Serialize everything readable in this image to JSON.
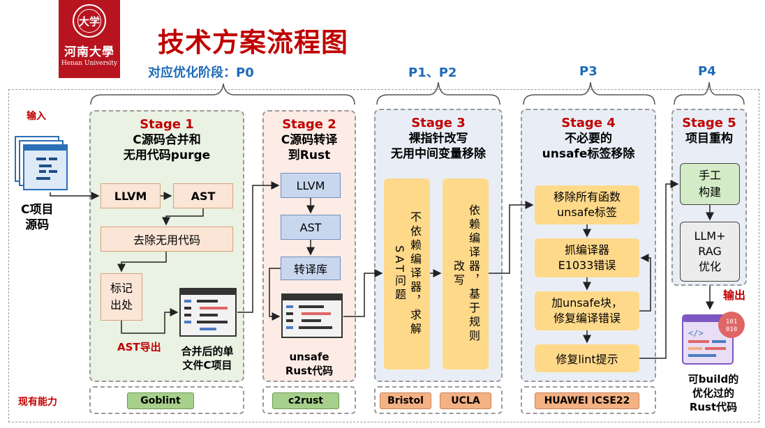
{
  "logo": {
    "seal_text": "大学",
    "cn": "河南大學",
    "en": "Henan University"
  },
  "title": "技术方案流程图",
  "phases": {
    "p0": "对应优化阶段：P0",
    "p12": "P1、P2",
    "p3": "P3",
    "p4": "P4"
  },
  "input_label": "输入",
  "output_label": "输出",
  "capability_label": "现有能力",
  "input_source": {
    "line1": "C项目",
    "line2": "源码"
  },
  "stage1": {
    "label": "Stage 1",
    "line1": "C源码合并和",
    "line2": "无用代码purge",
    "llvm": "LLVM",
    "ast": "AST",
    "remove": "去除无用代码",
    "mark": "标记出处",
    "ast_export": "AST导出",
    "merged1": "合并后的单",
    "merged2": "文件C项目",
    "tool": "Goblint"
  },
  "stage2": {
    "label": "Stage 2",
    "line1": "C源码转译",
    "line2": "到Rust",
    "llvm": "LLVM",
    "ast": "AST",
    "lib": "转译库",
    "out1": "unsafe",
    "out2": "Rust代码",
    "tool": "c2rust"
  },
  "stage3": {
    "label": "Stage 3",
    "line1": "裸指针改写",
    "line2": "无用中间变量移除",
    "box_a": "不依赖编译器，求解SAT问题",
    "box_b": "依赖编译器，基于规则改写",
    "tool_a": "Bristol",
    "tool_b": "UCLA"
  },
  "stage4": {
    "label": "Stage 4",
    "line1": "不必要的",
    "line2": "unsafe标签移除",
    "s1": "移除所有函数\nunsafe标签",
    "s2": "抓编译器\nE1033错误",
    "s3": "加unsafe块，\n修复编译错误",
    "s4": "修复lint提示",
    "tool": "HUAWEI  ICSE22"
  },
  "stage5": {
    "label": "Stage 5",
    "line1": "项目重构",
    "manual": "手工\n构建",
    "llm": "LLM+\nRAG\n优化"
  },
  "output": {
    "line1": "可build的",
    "line2": "优化过的",
    "line3": "Rust代码",
    "bin_text": "101\n010"
  }
}
